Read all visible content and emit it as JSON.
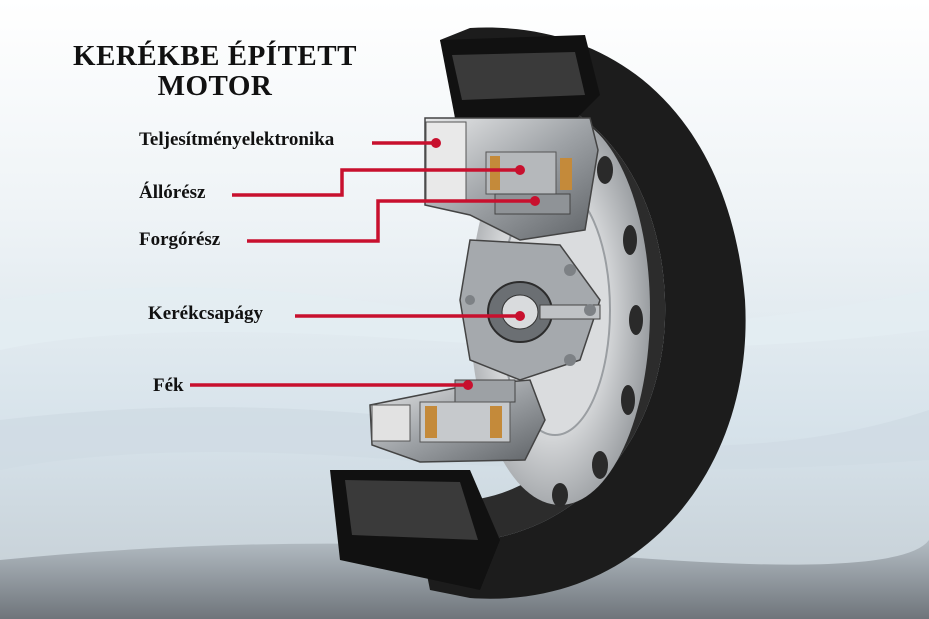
{
  "title": {
    "line1": "KERÉKBE ÉPÍTETT",
    "line2": "MOTOR"
  },
  "labels": [
    {
      "text": "Teljesítményelektronika"
    },
    {
      "text": "Állórész"
    },
    {
      "text": "Forgórész"
    },
    {
      "text": "Kerékcsapágy"
    },
    {
      "text": "Fék"
    }
  ],
  "colors": {
    "leader": "#c8102e",
    "tire": "#1e1e1e",
    "rim": "#c9cbcd",
    "background_sky": "#dde7ee",
    "background_ground": "#8e9398"
  }
}
